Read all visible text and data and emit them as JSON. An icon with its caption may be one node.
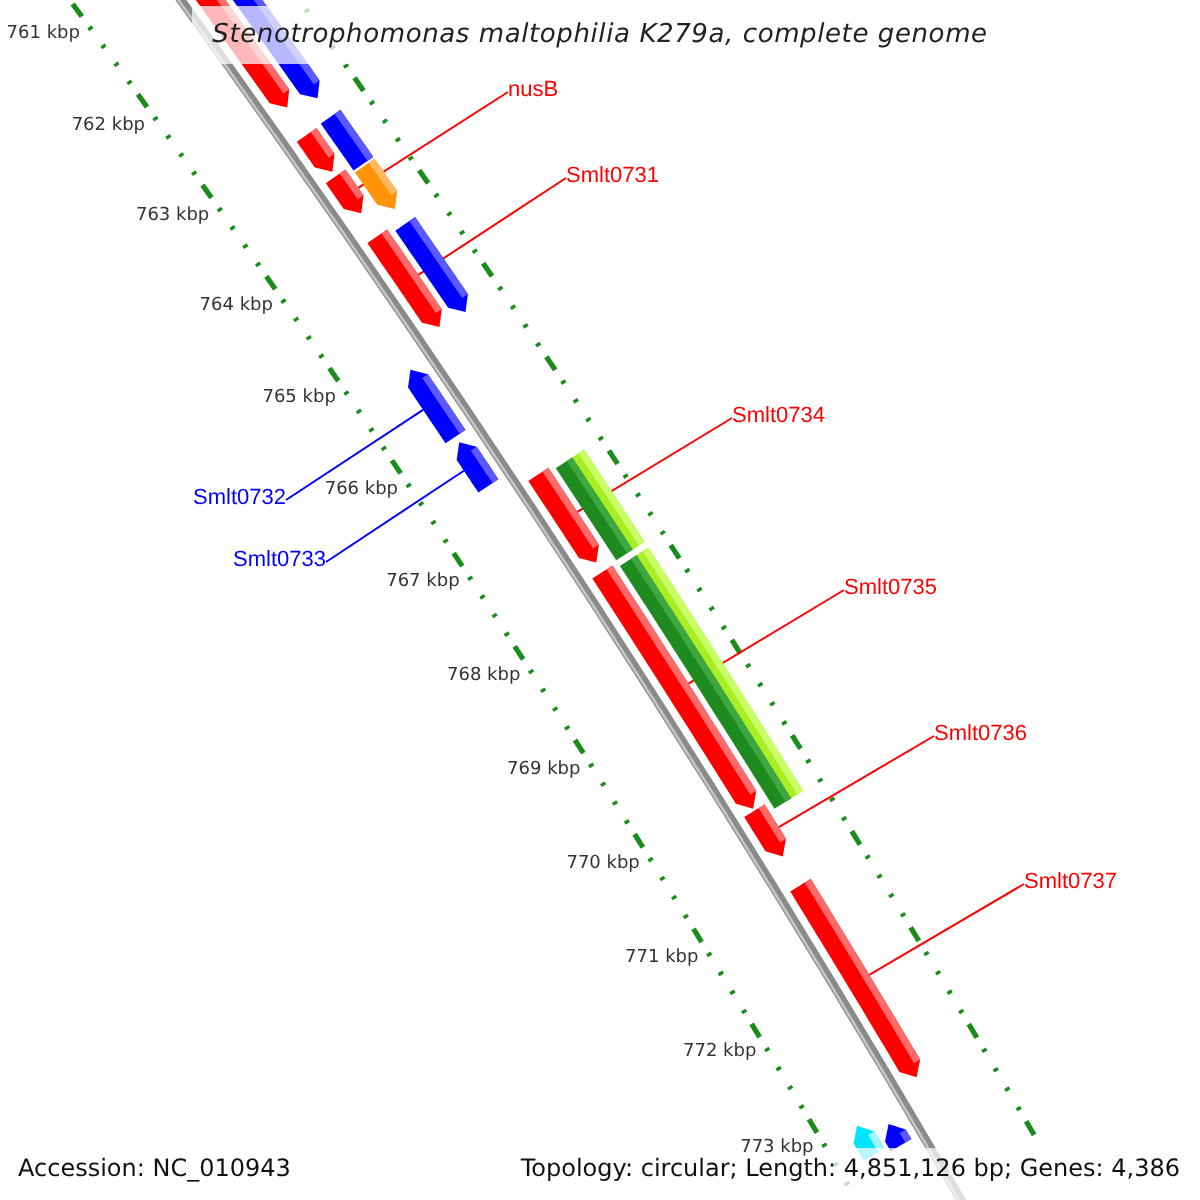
{
  "diagram": {
    "title": "Stenotrophomonas maltophilia K279a, complete genome",
    "nodes": [
      {
        "text": [
          "nusB"
        ]
      },
      {
        "text": [
          "Smlt0731"
        ]
      },
      {
        "text": [
          "Smlt0732"
        ]
      },
      {
        "text": [
          "Smlt0733"
        ]
      },
      {
        "text": [
          "Smlt0734"
        ]
      },
      {
        "text": [
          "Smlt0735"
        ]
      },
      {
        "text": [
          "Smlt0736"
        ]
      },
      {
        "text": [
          "Smlt0737"
        ]
      },
      {
        "text": [],
        "shape": "bar"
      },
      {
        "text": [],
        "shape": "bar"
      },
      {
        "text": [],
        "shape": "bar"
      },
      {
        "text": [],
        "shape": "bar"
      },
      {
        "text": [],
        "shape": "bar"
      },
      {
        "text": [],
        "shape": "bar"
      },
      {
        "text": [],
        "shape": "bar"
      },
      {
        "text": [],
        "shape": "bar"
      },
      {
        "text": [],
        "shape": "bar"
      },
      {
        "text": [],
        "shape": "bar"
      },
      {
        "text": [],
        "shape": "bar"
      },
      {
        "text": [],
        "shape": "bar"
      },
      {
        "text": [],
        "shape": "bar"
      },
      {
        "text": [],
        "shape": "bar"
      },
      {
        "text": [],
        "shape": "bar"
      },
      {
        "text": [],
        "shape": "bar"
      },
      {
        "text": [],
        "shape": "bar"
      },
      {
        "text": [],
        "shape": "bar"
      },
      {
        "text": [],
        "shape": "bar"
      },
      {
        "text": [],
        "shape": "bar"
      }
    ],
    "edges": [
      {
        "from": 0,
        "to": 12,
        "arrow": "none"
      },
      {
        "from": 1,
        "to": 14,
        "arrow": "none"
      },
      {
        "from": 2,
        "to": 16,
        "arrow": "none",
        "color": "#0000ff"
      },
      {
        "from": 3,
        "to": 17,
        "arrow": "none",
        "color": "#0000ff"
      },
      {
        "from": 4,
        "to": 18,
        "arrow": "none"
      },
      {
        "from": 5,
        "to": 21,
        "arrow": "none"
      },
      {
        "from": 6,
        "to": 24,
        "arrow": "none"
      },
      {
        "from": 7,
        "to": 25,
        "arrow": "none"
      }
    ],
    "labels": [
      "761 kbp",
      "762 kbp",
      "763 kbp",
      "764 kbp",
      "765 kbp",
      "766 kbp",
      "767 kbp",
      "768 kbp",
      "769 kbp",
      "770 kbp",
      "771 kbp",
      "772 kbp",
      "773 kbp",
      "Accession: NC_010943",
      "Topology: circular; Length: 4,851,126 bp; Genes: 4,386"
    ]
  }
}
